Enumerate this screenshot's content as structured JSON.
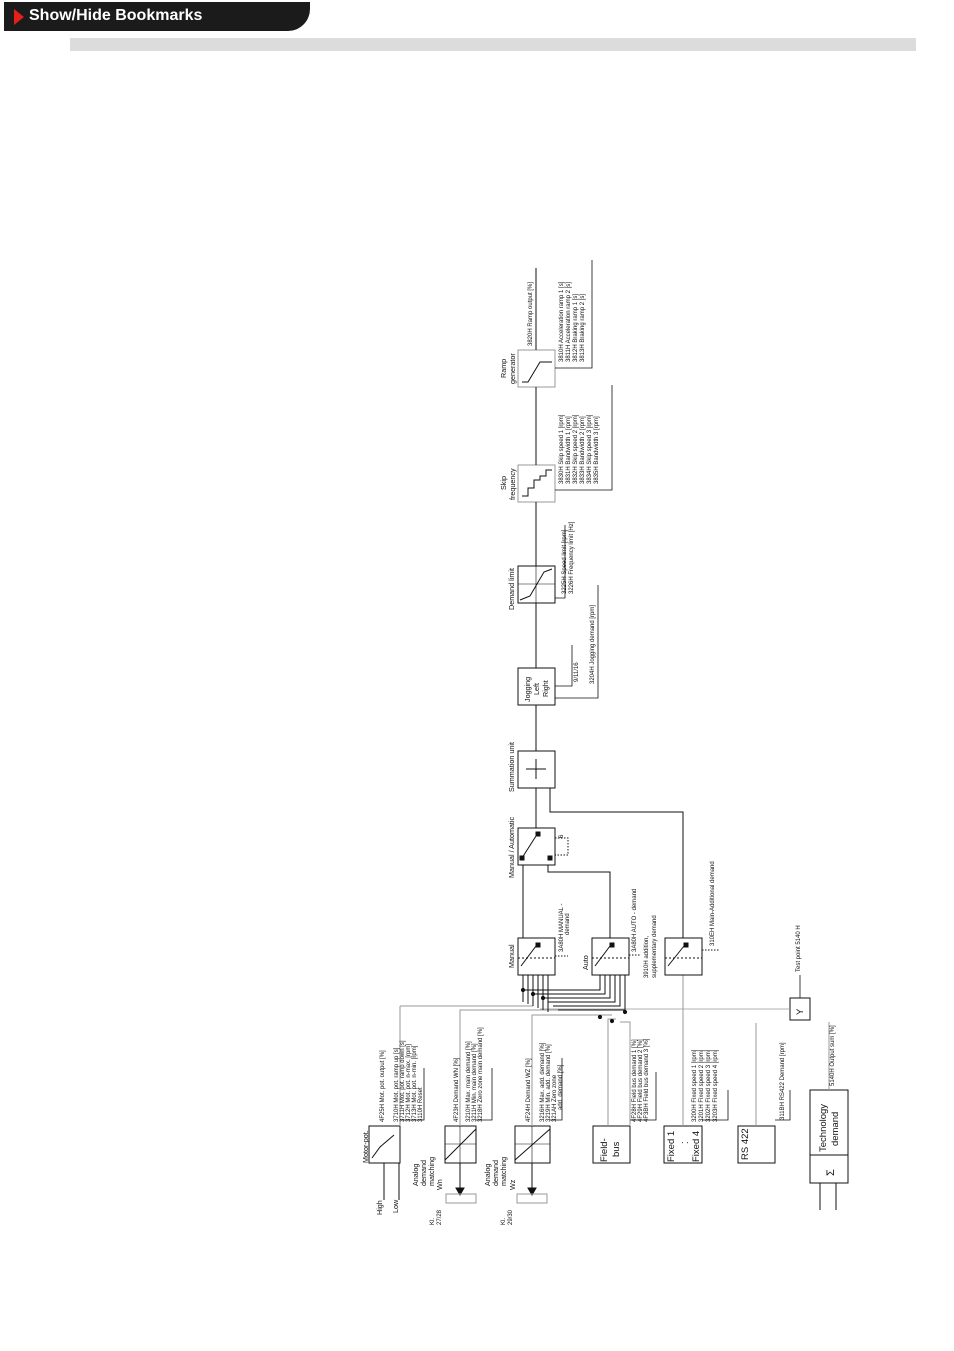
{
  "toolbar": {
    "bookmarks_label": "Show/Hide Bookmarks"
  },
  "diagram": {
    "motor_pot": {
      "title": "Motor-pot.",
      "high": "High",
      "low": "Low",
      "output_param": "4F25H Mot. pot. output [%]",
      "params": [
        "3710H Mot. pot. ramp up [s]",
        "3711H Mot. pot. ramp down [s]",
        "3712H Mot. pot. n-max. [rpm]",
        "3713H Mot. pot. n-min. [rpm]",
        "3110H Reset"
      ]
    },
    "analog_main": {
      "title_lines": [
        "Analog",
        "demand",
        "matching"
      ],
      "kl": "Kl.",
      "kl_num": "27/28",
      "signal": "Wn",
      "output_param": "4F23H Demand WN [%]",
      "params": [
        "3210H Max. main demand [%]",
        "3211H Min. main demand [%]",
        "3218H Zero zone main demand [%]"
      ]
    },
    "analog_add": {
      "title_lines": [
        "Analog",
        "demand",
        "matching"
      ],
      "kl": "Kl.",
      "kl_num": "29/30",
      "signal": "Wz",
      "output_param": "4F24H Demand WZ [%]",
      "params": [
        "3216H Max. add. demand [%]",
        "3219H Min. add. demand [%]",
        "321AH Zero zone",
        "add. demand [%]"
      ]
    },
    "fieldbus": {
      "title_lines": [
        "Field-",
        "bus"
      ],
      "params": [
        "4F28H Field bus demand 1 [%]",
        "4F29H Field bus demand 2 [%]",
        "4F3BH Field bus demand 3 [%]"
      ]
    },
    "fixed": {
      "title_top": "Fixed 1",
      "dot1": ".",
      "dot2": ".",
      "title_bottom": "Fixed 4",
      "params": [
        "3200H Fixed speed 1 [rpm]",
        "3201H Fixed speed 2 [rpm]",
        "3202H Fixed speed 3 [rpm]",
        "3203H Fixed speed 4 [rpm]"
      ]
    },
    "rs422": {
      "title": "RS 422",
      "param": "311BH RS422 Demand [rpm]"
    },
    "technology": {
      "title_lines": [
        "Technology",
        "demand"
      ],
      "symbol": "Σ",
      "param": "5140H Output sum [%]"
    },
    "test_point": {
      "symbol": "Y",
      "label": "Test point 5140 H"
    },
    "manual": {
      "title": "Manual",
      "param_lines": [
        "3A80H MANUAL -",
        "demand"
      ]
    },
    "auto": {
      "title": "Auto",
      "param_lines": [
        "3A80H AUTO - demand",
        "3910H addition,",
        "supplementary demand"
      ]
    },
    "additional": {
      "param": "310EH Main-Additional demand"
    },
    "manual_automatic": {
      "title": "Manual / Automatic",
      "param": "6"
    },
    "summation": {
      "title": "Summation unit"
    },
    "jogging": {
      "title_lines": [
        "Jogging",
        "Left",
        "Right"
      ],
      "params": [
        "9/11/16",
        "3204H Jogging demand [rpm]"
      ]
    },
    "demand_limit": {
      "title": "Demand limit",
      "params": [
        "3225H Speed limit [rpm]",
        "3226H Frequency limit [Hz]"
      ]
    },
    "skip": {
      "title_lines": [
        "Skip",
        "frequency"
      ],
      "params": [
        "3830H Skip speed 1 [rpm]",
        "3831H Bandwidth 1 [rpm]",
        "3832H Skip speed 2 [rpm]",
        "3833H Bandwidth 2 [rpm]",
        "3834H Skip speed 3 [rpm]",
        "3835H Bandwidth 3 [rpm]"
      ]
    },
    "ramp": {
      "title_lines": [
        "Ramp",
        "generator"
      ],
      "output_param": "3820H Ramp output [%]",
      "params": [
        "3810H Acceleration ramp 1 [s]",
        "3811H Acceleration ramp 2 [s]",
        "3812H Braking ramp 1 [s]",
        "3813H Braking ramp 2 [s]"
      ]
    }
  }
}
